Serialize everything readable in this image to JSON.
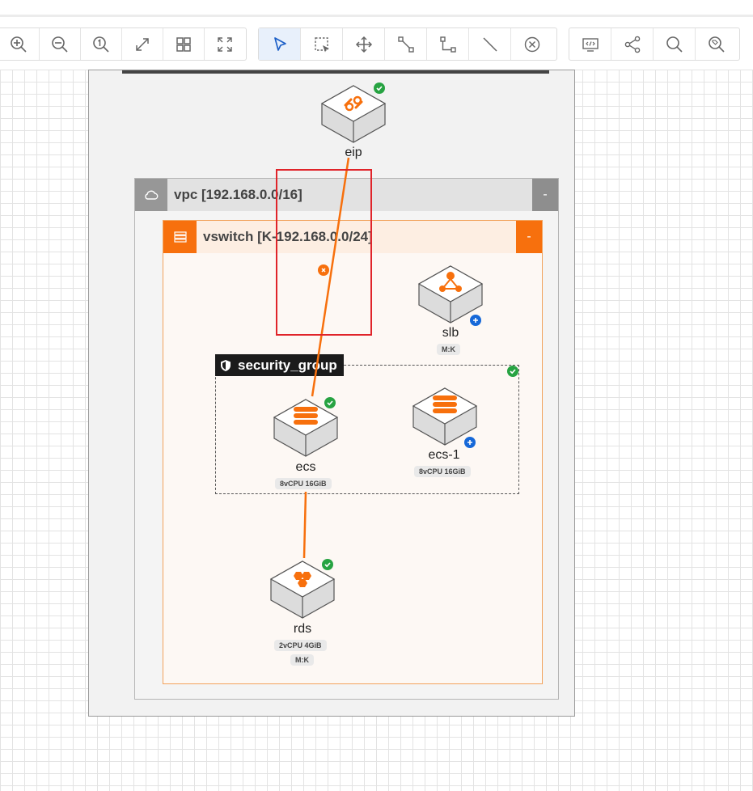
{
  "toolbar": {
    "view_tools": [
      "zoom-in-icon",
      "zoom-out-icon",
      "zoom-actual-icon",
      "fit-icon",
      "grid-icon",
      "fullscreen-icon"
    ],
    "edit_tools": [
      "pointer-icon",
      "select-area-icon",
      "move-icon",
      "connect-icon",
      "orthogonal-connect-icon",
      "line-icon",
      "delete-icon"
    ],
    "export_tools": [
      "code-icon",
      "share-icon",
      "search-icon",
      "tag-search-icon"
    ]
  },
  "vpc": {
    "title": "vpc [192.168.0.0/16]",
    "collapse": "-"
  },
  "vswitch": {
    "title": "vswitch [K-192.168.0.0/24]",
    "collapse": "-"
  },
  "security_group": {
    "title": "security_group"
  },
  "nodes": {
    "eip": {
      "label": "eip"
    },
    "slb": {
      "label": "slb",
      "tags": [
        "M:K"
      ]
    },
    "ecs": {
      "label": "ecs",
      "tags": [
        "8vCPU  16GiB"
      ]
    },
    "ecs1": {
      "label": "ecs-1",
      "tags": [
        "8vCPU  16GiB"
      ]
    },
    "rds": {
      "label": "rds",
      "tags": [
        "2vCPU  4GiB",
        "M:K"
      ]
    }
  },
  "colors": {
    "accent": "#f7700d",
    "ok": "#27a342",
    "add": "#1668d8",
    "highlight": "#e0242a"
  }
}
